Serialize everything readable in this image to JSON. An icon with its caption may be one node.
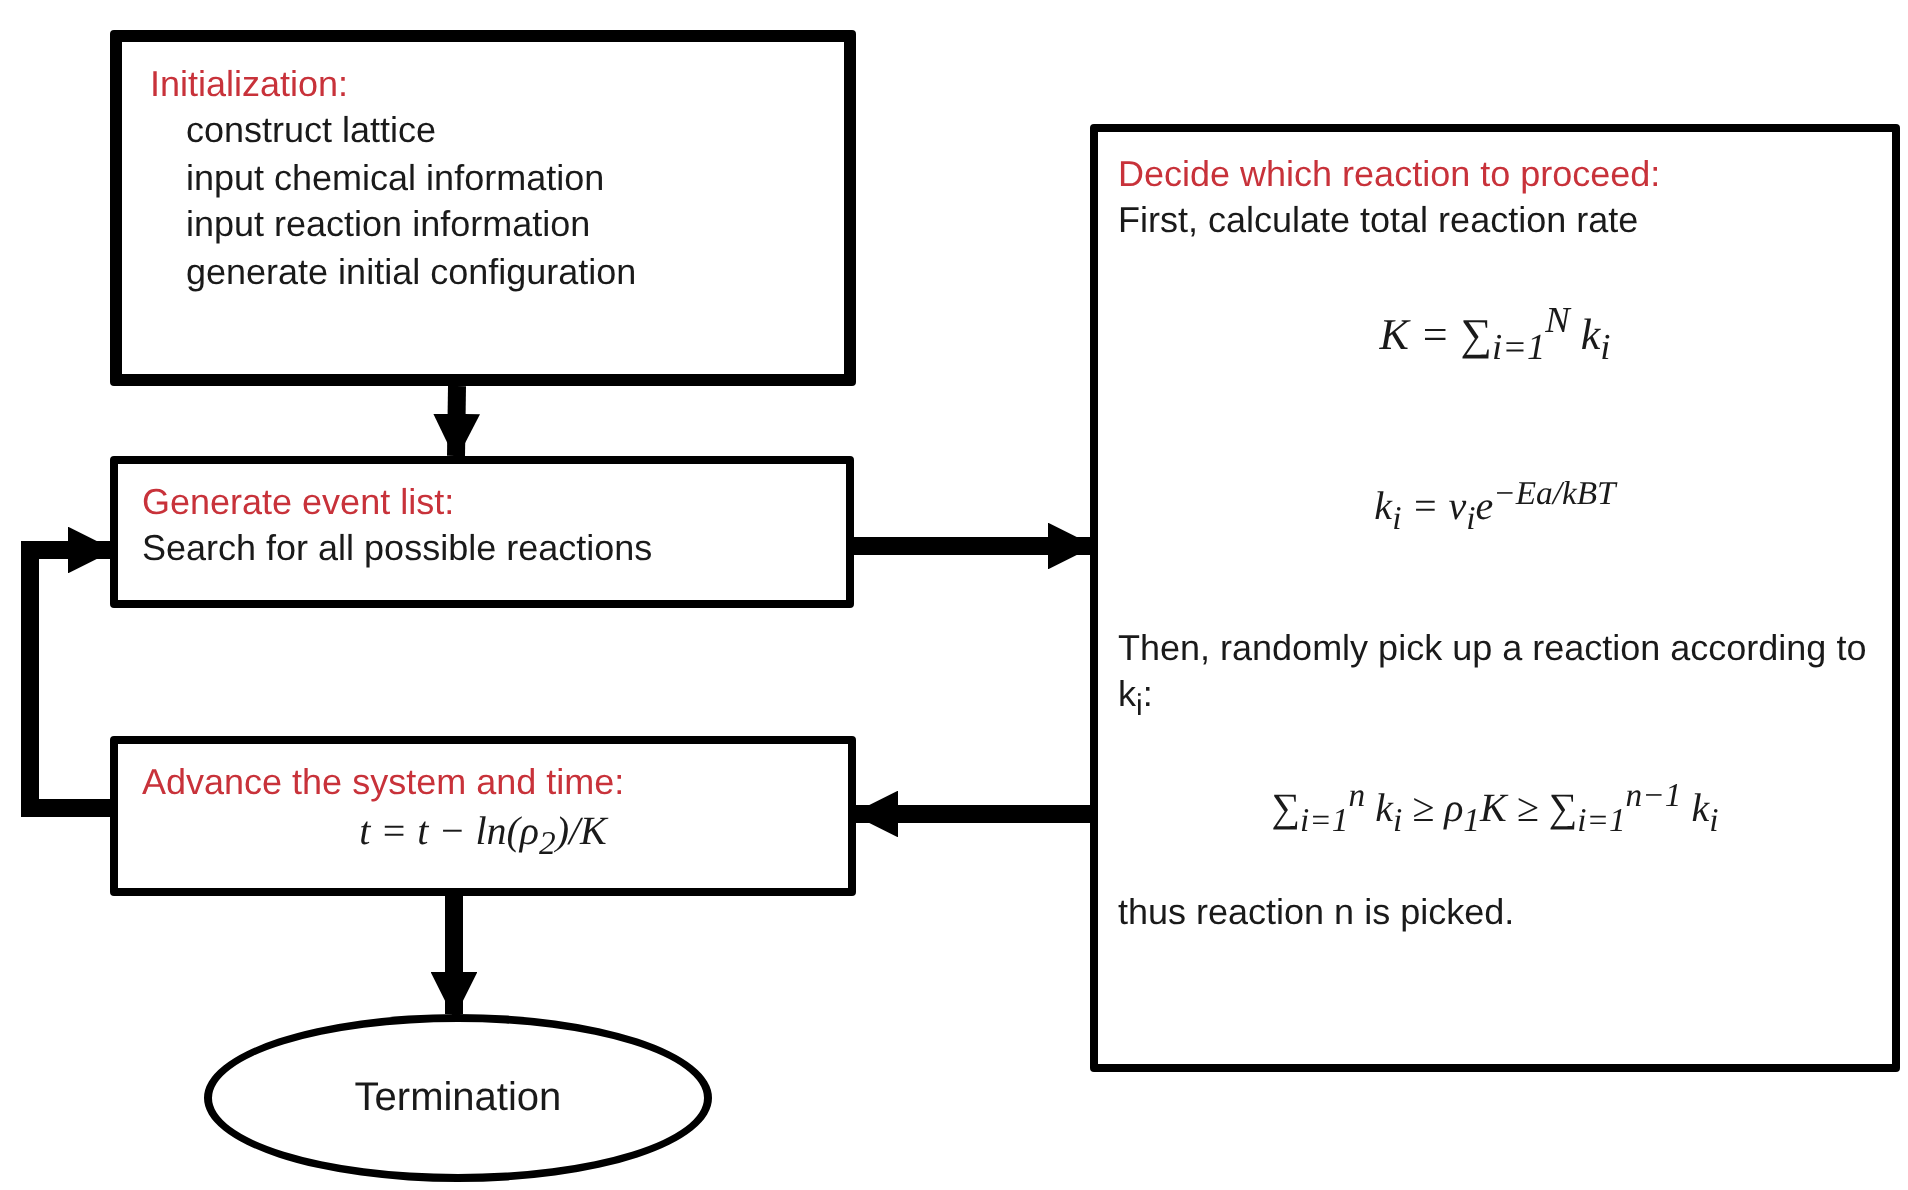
{
  "diagram": {
    "nodes": [
      {
        "text": [
          "Initialization:",
          "construct lattice",
          "input chemical information",
          "input reaction information",
          "generate initial configuration"
        ]
      },
      {
        "text": [
          "Generate event list:",
          "Search for all possible reactions"
        ]
      },
      {
        "text": [
          "Advance the system and time:",
          "t = t − ln(ρ$_{2}$)/K"
        ]
      },
      {
        "text": [
          "Decide which reaction to proceed:",
          "First, calculate total reaction rate",
          "K = ∑$_{i=1}$$^{N}$ k$_{i}$",
          "k$_{i}$ = v$_{i}$e$^{−Ea/kBT}$",
          "Then, randomly pick up a reaction according to k$_{i}$:",
          "∑$_{i=1}$$^{n}$ k$_{i}$ ≥ ρ$_{1}$K ≥ ∑$_{i=1}$$^{n−1}$ k$_{i}$",
          "thus reaction n is picked."
        ]
      },
      {
        "text": [
          "Termination"
        ]
      }
    ],
    "edges": [
      {
        "from": 0,
        "to": 1,
        "arrow": "to"
      },
      {
        "from": 1,
        "to": 3,
        "arrow": "to"
      },
      {
        "from": 3,
        "to": 2,
        "arrow": "to"
      },
      {
        "from": 2,
        "to": 1,
        "arrow": "to"
      },
      {
        "from": 2,
        "to": 4,
        "arrow": "to"
      }
    ]
  }
}
